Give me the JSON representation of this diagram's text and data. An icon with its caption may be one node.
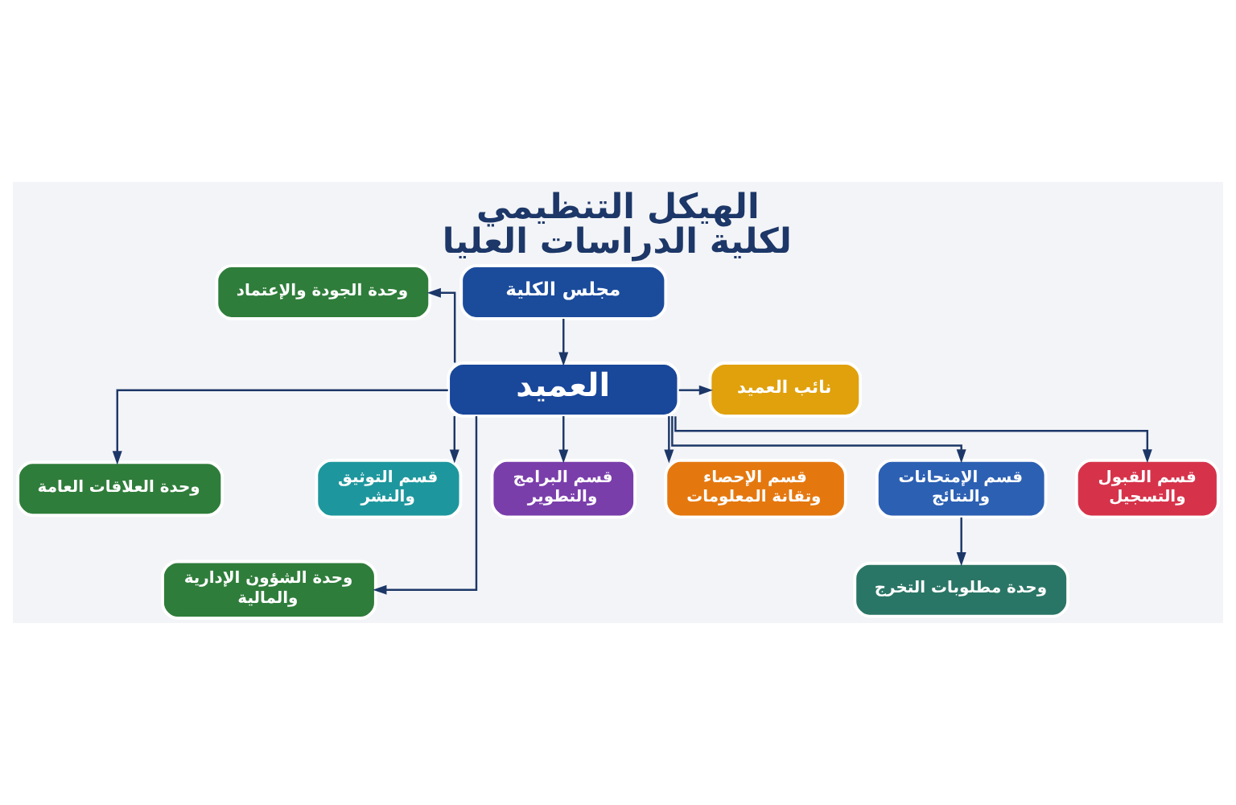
{
  "diagram": {
    "title": "الهيكل التنظيمي لكلية الدراسات العليا",
    "nodes": [
      {
        "text": [
          "مجلس الكلية"
        ]
      },
      {
        "text": [
          "العميد"
        ]
      },
      {
        "text": [
          "نائب العميد"
        ]
      },
      {
        "text": [
          "وحدة الجودة والإعتماد"
        ]
      },
      {
        "text": [
          "وحدة العلاقات العامة"
        ]
      },
      {
        "text": [
          "وحدة الشؤون الإدارية والمالية"
        ]
      },
      {
        "text": [
          "قسم القبول والتسجيل"
        ]
      },
      {
        "text": [
          "قسم الإمتحانات والنتائج"
        ]
      },
      {
        "text": [
          "قسم الإحصاء وتقانة المعلومات"
        ]
      },
      {
        "text": [
          "قسم البرامج والتطوير"
        ]
      },
      {
        "text": [
          "قسم التوثيق والنشر"
        ]
      },
      {
        "text": [
          "وحدة مطلوبات التخرج"
        ]
      }
    ],
    "edges": [
      {
        "from": 0,
        "to": 1,
        "arrow": "to"
      },
      {
        "from": 1,
        "to": 2,
        "arrow": "to"
      },
      {
        "from": 1,
        "to": 3,
        "arrow": "to"
      },
      {
        "from": 1,
        "to": 4,
        "arrow": "to"
      },
      {
        "from": 1,
        "to": 5,
        "arrow": "to"
      },
      {
        "from": 1,
        "to": 10,
        "arrow": "to"
      },
      {
        "from": 1,
        "to": 9,
        "arrow": "to"
      },
      {
        "from": 1,
        "to": 8,
        "arrow": "to"
      },
      {
        "from": 1,
        "to": 7,
        "arrow": "to"
      },
      {
        "from": 1,
        "to": 6,
        "arrow": "to"
      },
      {
        "from": 7,
        "to": 11,
        "arrow": "to"
      }
    ]
  }
}
